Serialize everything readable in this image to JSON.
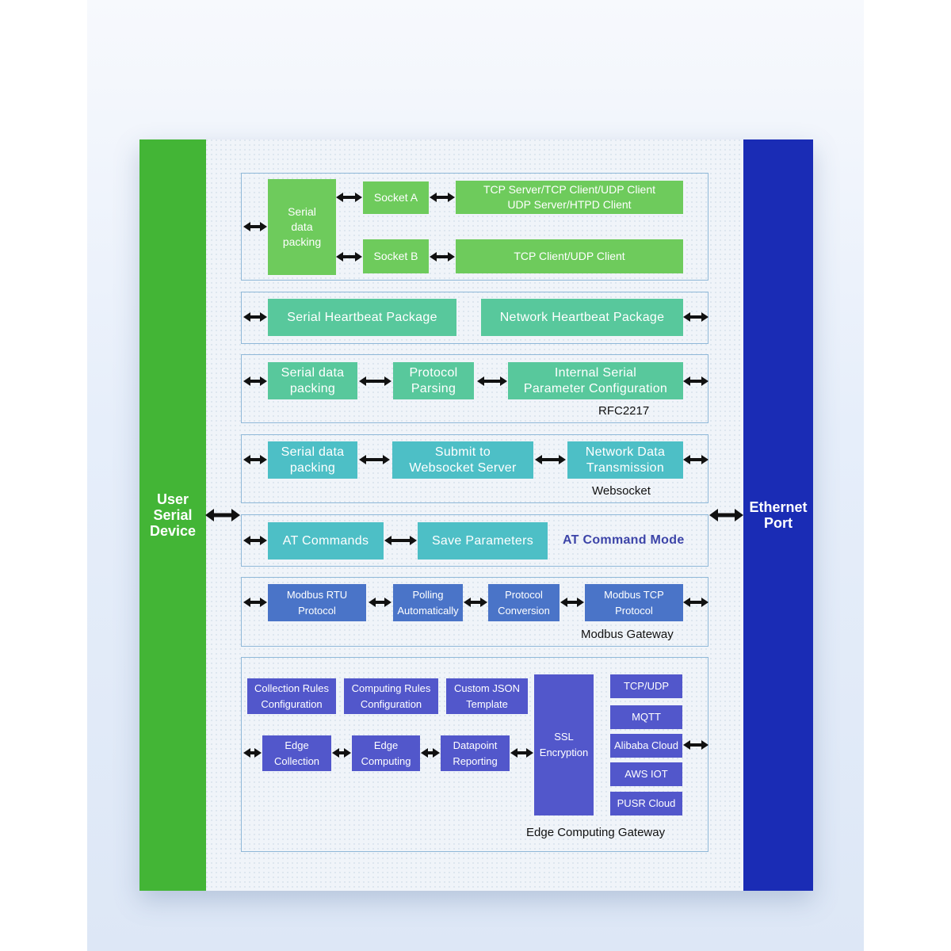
{
  "left_bar": {
    "label": "User\nSerial\nDevice",
    "color": "#43b536"
  },
  "right_bar": {
    "label": "Ethernet\nPort",
    "color": "#1a2cb5"
  },
  "socket_section": {
    "serial_packing": "Serial\ndata\npacking",
    "socket_a": "Socket A",
    "socket_b": "Socket B",
    "socket_a_modes": "TCP Server/TCP Client/UDP Client\nUDP Server/HTPD Client",
    "socket_b_modes": "TCP Client/UDP Client"
  },
  "heartbeat_section": {
    "serial": "Serial Heartbeat Package",
    "network": "Network Heartbeat Package"
  },
  "rfc_section": {
    "packing": "Serial data\npacking",
    "parsing": "Protocol\nParsing",
    "config": "Internal Serial\nParameter Configuration",
    "caption": "RFC2217"
  },
  "websocket_section": {
    "packing": "Serial data\npacking",
    "submit": "Submit to\nWebsocket Server",
    "transmission": "Network Data\nTransmission",
    "caption": "Websocket"
  },
  "at_section": {
    "commands": "AT Commands",
    "save": "Save Parameters",
    "caption": "AT Command Mode"
  },
  "modbus_section": {
    "rtu": "Modbus RTU\nProtocol",
    "polling": "Polling\nAutomatically",
    "conversion": "Protocol\nConversion",
    "tcp": "Modbus TCP\nProtocol",
    "caption": "Modbus Gateway"
  },
  "edge_section": {
    "collection_rules": "Collection Rules\nConfiguration",
    "computing_rules": "Computing Rules\nConfiguration",
    "json_template": "Custom JSON\nTemplate",
    "edge_collection": "Edge\nCollection",
    "edge_computing": "Edge\nComputing",
    "datapoint_reporting": "Datapoint\nReporting",
    "ssl": "SSL\nEncryption",
    "protocols": [
      "TCP/UDP",
      "MQTT",
      "Alibaba Cloud",
      "AWS IOT",
      "PUSR Cloud"
    ],
    "caption": "Edge Computing Gateway"
  }
}
